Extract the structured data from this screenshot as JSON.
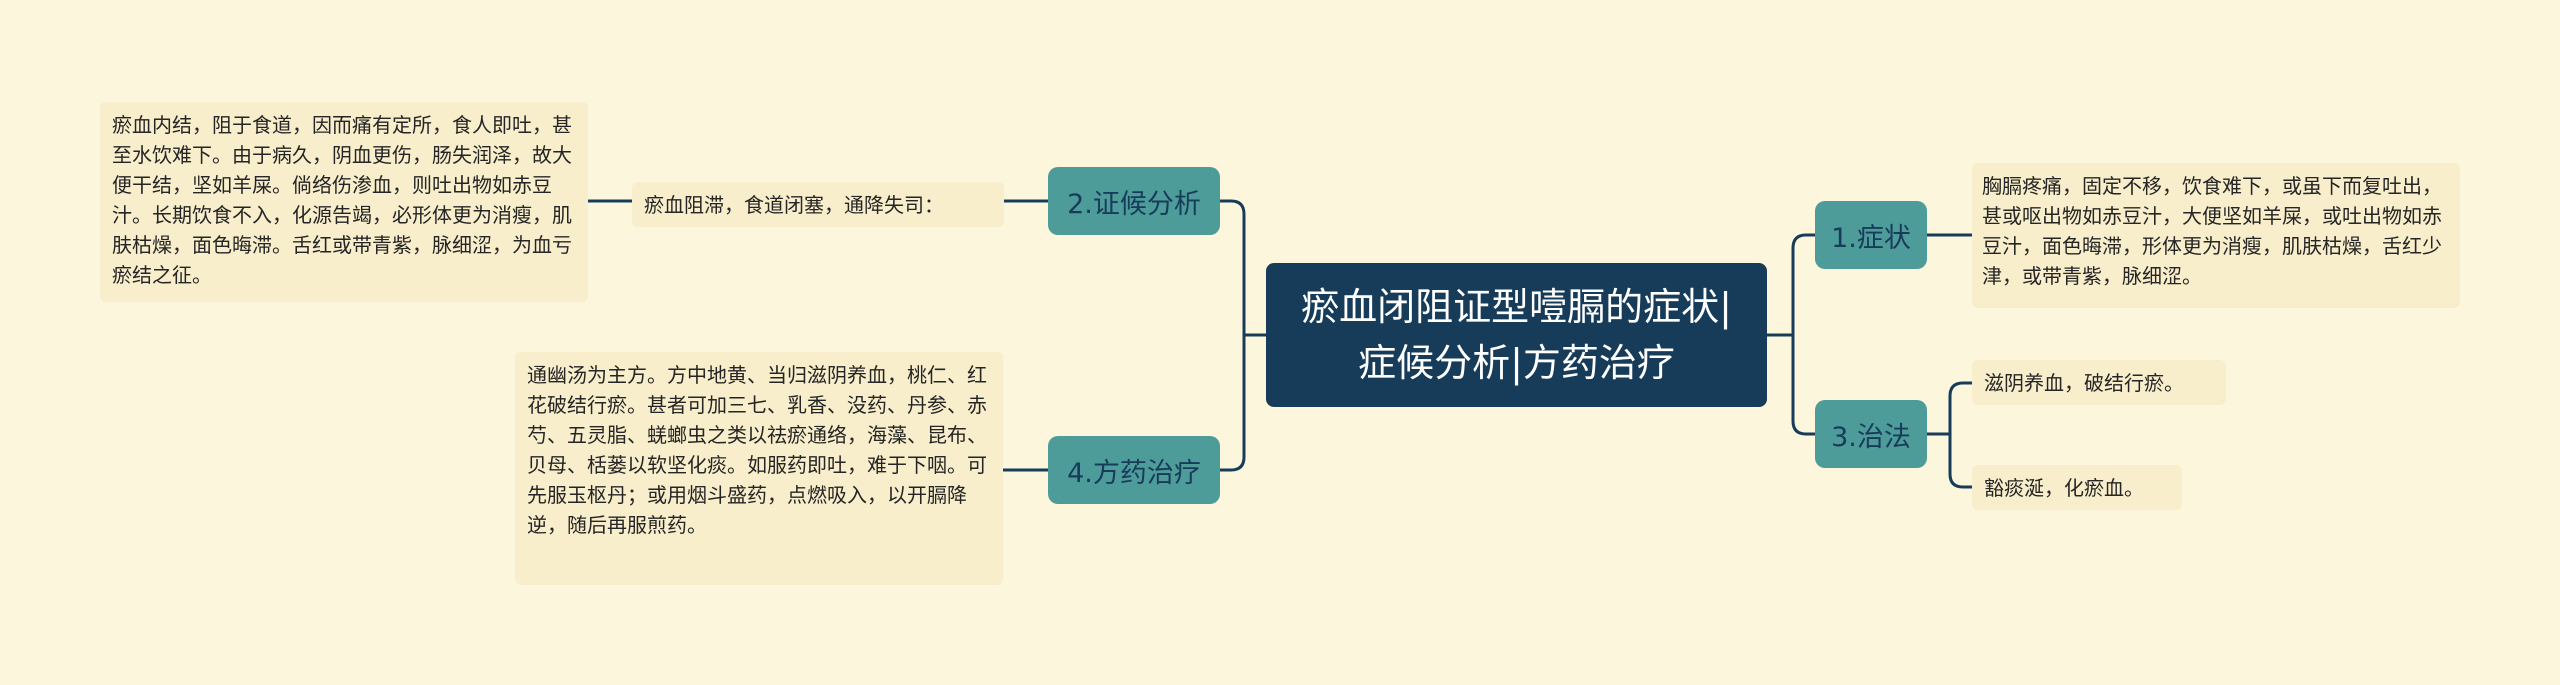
{
  "colors": {
    "background": "#fcf6dc",
    "root_fill": "#173c5a",
    "branch_fill": "#4e9c9a",
    "leaf_fill": "#f8eecc",
    "connector": "#173c5a"
  },
  "root": {
    "line1": "瘀血闭阻证型噎膈的症状|",
    "line2": "症候分析|方药治疗"
  },
  "branches": {
    "symptom": {
      "label": "1.症状",
      "leaf": "胸膈疼痛，固定不移，饮食难下，或虽下而复吐出，甚或呕出物如赤豆汁，大便坚如羊屎，或吐出物如赤豆汁，面色晦滞，形体更为消瘦，肌肤枯燥，舌红少津，或带青紫，脉细涩。"
    },
    "therapy": {
      "label": "3.治法",
      "leaves": [
        "滋阴养血，破结行瘀。",
        "豁痰涎，化瘀血。"
      ]
    },
    "syndrome": {
      "label": "2.证候分析",
      "leaf": "瘀血阻滞，食道闭塞，通降失司：",
      "detail": "瘀血内结，阻于食道，因而痛有定所，食人即吐，甚至水饮难下。由于病久，阴血更伤，肠失润泽，故大便干结，坚如羊屎。倘络伤渗血，则吐出物如赤豆汁。长期饮食不入，化源告竭，必形体更为消瘦，肌肤枯燥，面色晦滞。舌红或带青紫，脉细涩，为血亏瘀结之征。"
    },
    "formula": {
      "label": "4.方药治疗",
      "leaf": "通幽汤为主方。方中地黄、当归滋阴养血，桃仁、红花破结行瘀。甚者可加三七、乳香、没药、丹参、赤芍、五灵脂、蜣螂虫之类以祛瘀通络，海藻、昆布、贝母、栝蒌以软坚化痰。如服药即吐，难于下咽。可先服玉枢丹；或用烟斗盛药，点燃吸入，以开膈降逆，随后再服煎药。"
    }
  }
}
